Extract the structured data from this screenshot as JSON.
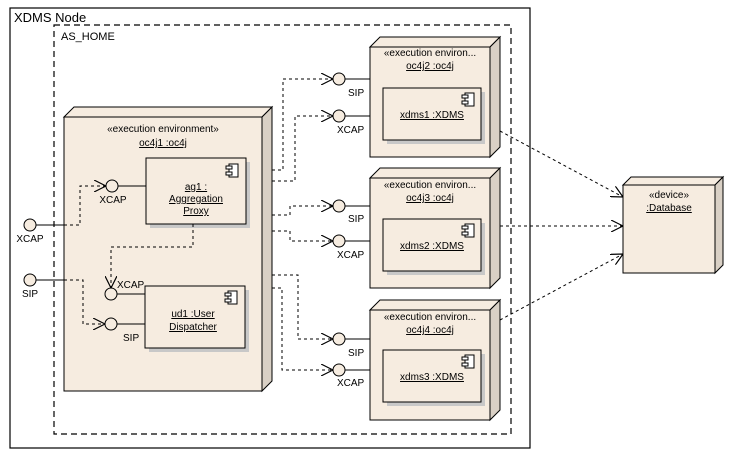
{
  "diagram": {
    "outer_node": {
      "title": "XDMS Node"
    },
    "boundary": {
      "title": "AS_HOME"
    },
    "colors": {
      "node_fill": "#f6ece0",
      "node_side": "#d9d0c5",
      "node_top": "#f6ece0",
      "line": "#000000",
      "shadow": "#c8c8c8"
    },
    "external_ports": [
      {
        "label": "XCAP"
      },
      {
        "label": "SIP"
      }
    ],
    "main_env": {
      "stereotype": "«execution environment»",
      "name": "oc4j1 :oc4j",
      "components": [
        {
          "name_lines": [
            "ag1 :",
            "Aggregation",
            "Proxy"
          ],
          "port": "XCAP"
        },
        {
          "name_lines": [
            "ud1 :User",
            "Dispatcher"
          ],
          "ports": [
            "XCAP",
            "SIP"
          ]
        }
      ]
    },
    "envs": [
      {
        "stereotype": "«execution environ...",
        "name": "oc4j2 :oc4j",
        "component": "xdms1 :XDMS",
        "ports": [
          "SIP",
          "XCAP"
        ]
      },
      {
        "stereotype": "«execution environ...",
        "name": "oc4j3 :oc4j",
        "component": "xdms2 :XDMS",
        "ports": [
          "SIP",
          "XCAP"
        ]
      },
      {
        "stereotype": "«execution environ...",
        "name": "oc4j4 :oc4j",
        "component": "xdms3 :XDMS",
        "ports": [
          "SIP",
          "XCAP"
        ]
      }
    ],
    "device": {
      "stereotype": "«device»",
      "name": ":Database"
    }
  }
}
